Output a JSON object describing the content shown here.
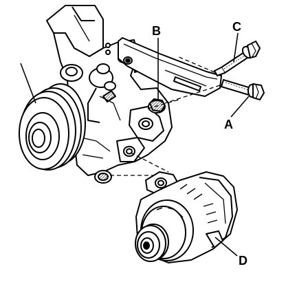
{
  "labels": {
    "a": "A",
    "b": "B",
    "c": "C",
    "d": "D"
  },
  "colors": {
    "ink": "#000000",
    "paper": "#ffffff",
    "shade": "#c8c8c8"
  }
}
